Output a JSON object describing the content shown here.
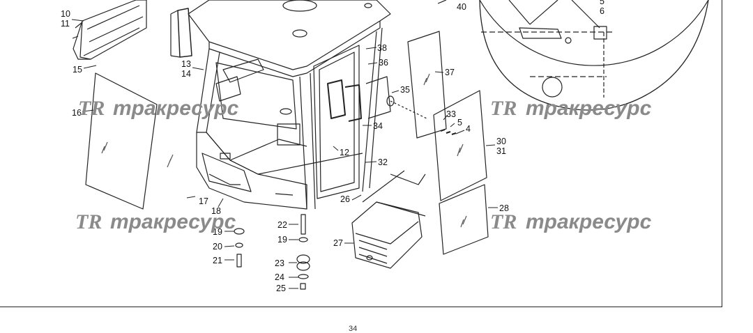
{
  "page": {
    "number": "34"
  },
  "watermark": {
    "logo": "TR",
    "text": "тракресурс"
  },
  "callouts": {
    "c10": "10",
    "c11": "11",
    "c15": "15",
    "c16": "16",
    "c13": "13",
    "c14": "14",
    "c17": "17",
    "c18": "18",
    "c19a": "19",
    "c20": "20",
    "c21": "21",
    "c22": "22",
    "c19b": "19",
    "c23": "23",
    "c24": "24",
    "c25": "25",
    "c26": "26",
    "c27": "27",
    "c12": "12",
    "c32": "32",
    "c34": "34",
    "c38": "38",
    "c36": "36",
    "c35": "35",
    "c37": "37",
    "c40": "40",
    "c33": "33",
    "c5": "5",
    "c4": "4",
    "c30": "30",
    "c31": "31",
    "c28": "28",
    "d5": "5",
    "d6": "6"
  }
}
